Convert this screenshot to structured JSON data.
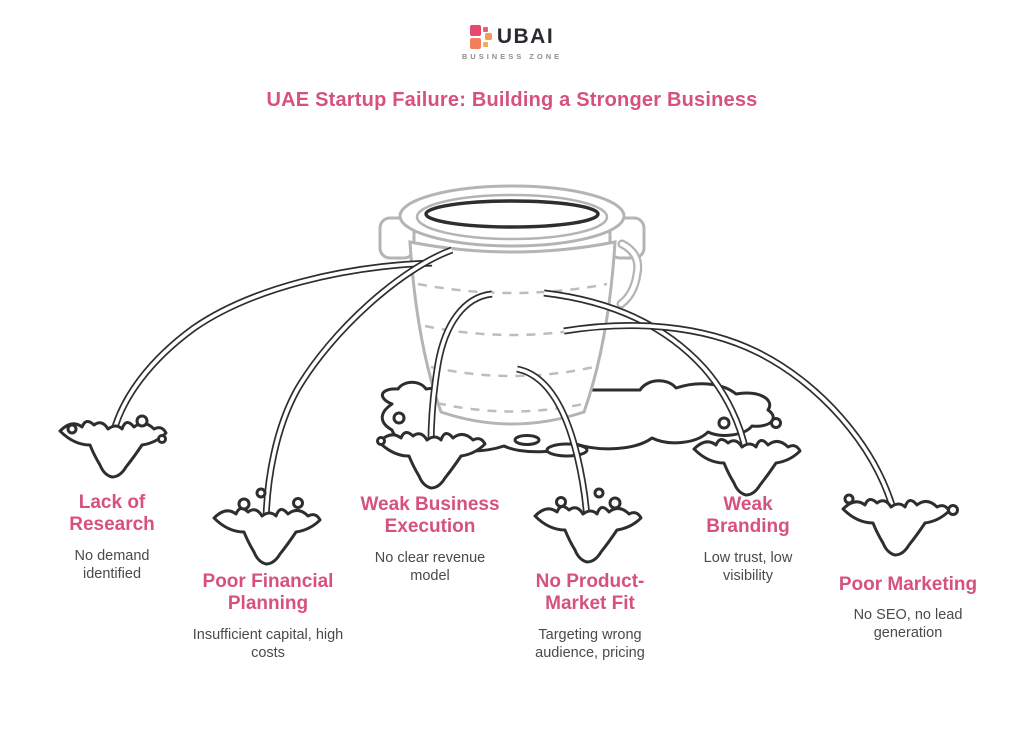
{
  "brand": {
    "name": "DUBAI BUSINESS ZONE",
    "logo_icon": "pixel-d-logo-icon",
    "logo_text": "UBAI",
    "tagline": "BUSINESS ZONE"
  },
  "title": "UAE Startup Failure: Building a Stronger Business",
  "illustration": {
    "name": "leaky-bucket-diagram",
    "icons": [
      "bucket-icon",
      "water-stream",
      "splash-icon",
      "puddle-icon",
      "droplet-icon"
    ]
  },
  "causes": [
    {
      "heading": "Lack of Research",
      "detail": "No demand identified"
    },
    {
      "heading": "Poor Financial Planning",
      "detail": "Insufficient capital, high costs"
    },
    {
      "heading": "Weak Business Execution",
      "detail": "No clear revenue model"
    },
    {
      "heading": "No Product-Market Fit",
      "detail": "Targeting wrong audience, pricing"
    },
    {
      "heading": "Weak Branding",
      "detail": "Low trust, low visibility"
    },
    {
      "heading": "Poor Marketing",
      "detail": "No SEO, no lead generation"
    }
  ],
  "colors": {
    "accent_pink": "#d6527c",
    "text_dark": "#4a4a4a",
    "line_dark": "#2e2e2e",
    "bucket_gray": "#b4b4b4",
    "dash_gray": "#bdbdbd",
    "logo_dark": "#2b2a33",
    "logo_gray": "#8f8f8f",
    "logo_gradient_start": "#e8476f",
    "logo_gradient_end": "#f5a156"
  }
}
